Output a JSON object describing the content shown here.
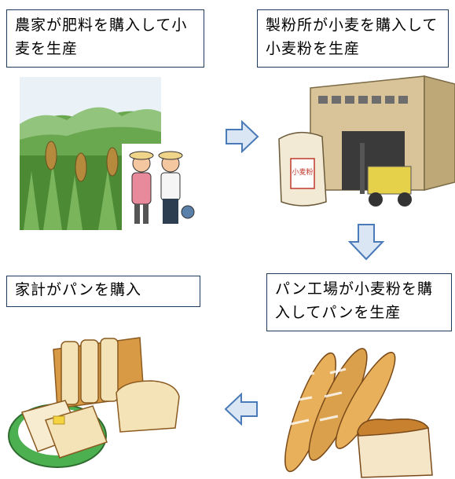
{
  "steps": [
    {
      "label": "農家が肥料を購入して小麦を生産"
    },
    {
      "label": "製粉所が小麦を購入して小麦粉を生産"
    },
    {
      "label": "パン工場が小麦粉を購入してパンを生産"
    },
    {
      "label": "家計がパンを購入"
    }
  ],
  "flour_bag": {
    "text": "小麦粉"
  },
  "colors": {
    "box_border": "#1f3b5c",
    "arrow_fill": "#dbe6f4",
    "arrow_stroke": "#4a7ab8"
  }
}
